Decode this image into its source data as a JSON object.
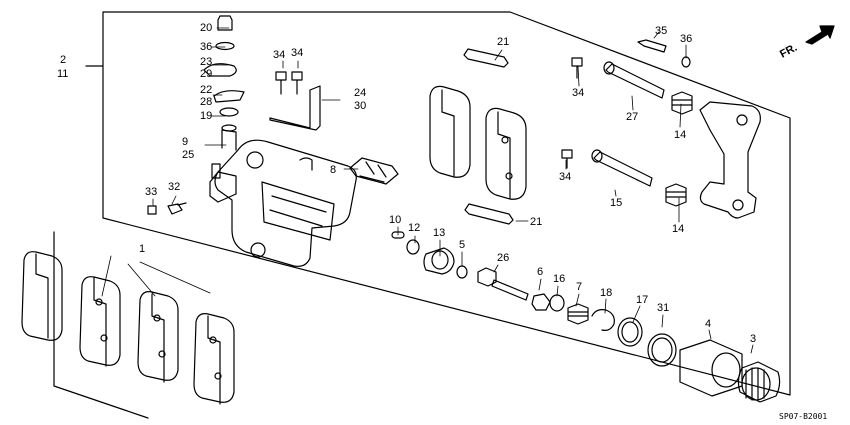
{
  "direction_label": "FR.",
  "drawing_code": "SP07-B2001",
  "callouts": {
    "c1": "1",
    "c2": "2",
    "c3": "3",
    "c4": "4",
    "c5": "5",
    "c6": "6",
    "c7": "7",
    "c8": "8",
    "c9": "9",
    "c10": "10",
    "c11": "11",
    "c12": "12",
    "c13": "13",
    "c14a": "14",
    "c14b": "14",
    "c15": "15",
    "c16": "16",
    "c17": "17",
    "c18": "18",
    "c19": "19",
    "c20": "20",
    "c21a": "21",
    "c21b": "21",
    "c22": "22",
    "c23": "23",
    "c24": "24",
    "c25": "25",
    "c26": "26",
    "c27": "27",
    "c28": "28",
    "c29": "29",
    "c30": "30",
    "c31": "31",
    "c32": "32",
    "c33": "33",
    "c34a": "34",
    "c34b": "34",
    "c34c": "34",
    "c34d": "34",
    "c35": "35",
    "c36a": "36",
    "c36b": "36"
  }
}
